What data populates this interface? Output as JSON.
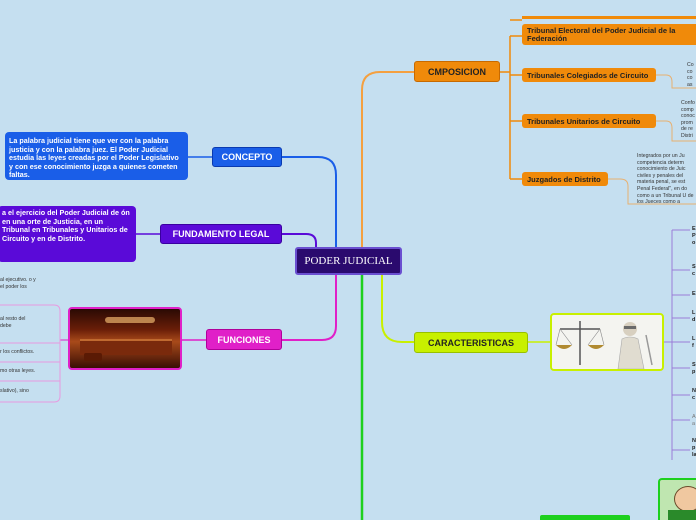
{
  "central": "PODER JUDICIAL",
  "concepto": {
    "label": "CONCEPTO",
    "text": "La palabra judicial tiene que ver con la palabra justicia y con la palabra juez. El Poder Judicial estudia las leyes creadas por el Poder Legislativo y con ese conocimiento juzga a quienes cometen faltas."
  },
  "fundamento": {
    "label": "FUNDAMENTO LEGAL",
    "text": "a el ejercicio del Poder Judicial de ón en una orte de Justicia, en un Tribunal en Tribunales y Unitarios de Circuito y en de Distrito."
  },
  "funciones": {
    "label": "FUNCIONES",
    "notes": [
      "al ejecutivo. o y el poder los",
      "al resto del debe",
      "r los conflictos.",
      "mo otras leyes.",
      "slativo), sino"
    ]
  },
  "composicion": {
    "label": "CMPOSICION",
    "items": [
      "Tribunal Electoral del Poder Judicial de la Federación",
      "Tribunales Colegiados de Circuito",
      "Tribunales Unitarios de Circuito",
      "Juzgados de Distrito"
    ],
    "notes": [
      "Co co co as",
      "Confo comp conoc prom de re Distri",
      "Integrados por un Ju competencia determ conocimiento de Juic civiles y penales del materia penal, se est Penal Federal\", en do como a un Tribunal U de los Jueces como a"
    ]
  },
  "caracteristicas": {
    "label": "CARACTERISTICAS",
    "bullets": [
      "E P o",
      "S c",
      "E",
      "L d",
      "L f",
      "S p",
      "N c",
      "A a",
      "N p la"
    ]
  },
  "colors": {
    "central": "#2a0a6e",
    "concepto": "#1a5ee8",
    "fundamento": "#5a0ad8",
    "funciones": "#e020c8",
    "composicion": "#f08a0a",
    "caracteristicas": "#c8f000",
    "green_branch": "#1ed01e"
  }
}
